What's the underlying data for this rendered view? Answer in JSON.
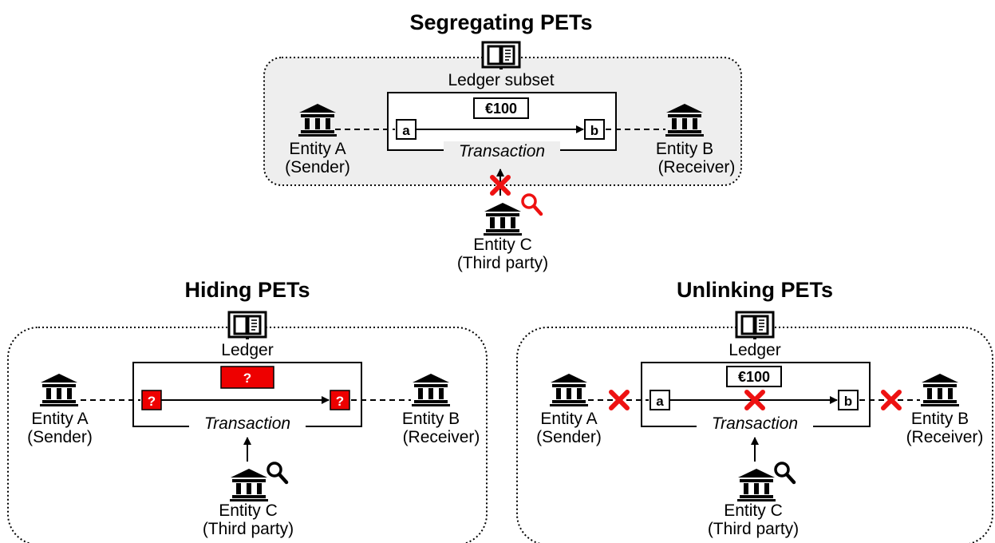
{
  "panels": {
    "segregating": {
      "title": "Segregating PETs",
      "ledger_label": "Ledger subset",
      "amount": "€100",
      "node_a": "a",
      "node_b": "b",
      "transaction_label": "Transaction",
      "entity_a_name": "Entity A",
      "entity_a_role": "(Sender)",
      "entity_b_name": "Entity B",
      "entity_b_role": "(Receiver)",
      "entity_c_name": "Entity C",
      "entity_c_role": "(Third party)"
    },
    "hiding": {
      "title": "Hiding PETs",
      "ledger_label": "Ledger",
      "amount": "?",
      "node_a": "?",
      "node_b": "?",
      "transaction_label": "Transaction",
      "entity_a_name": "Entity A",
      "entity_a_role": "(Sender)",
      "entity_b_name": "Entity B",
      "entity_b_role": "(Receiver)",
      "entity_c_name": "Entity C",
      "entity_c_role": "(Third party)"
    },
    "unlinking": {
      "title": "Unlinking PETs",
      "ledger_label": "Ledger",
      "amount": "€100",
      "node_a": "a",
      "node_b": "b",
      "transaction_label": "Transaction",
      "entity_a_name": "Entity A",
      "entity_a_role": "(Sender)",
      "entity_b_name": "Entity B",
      "entity_b_role": "(Receiver)",
      "entity_c_name": "Entity C",
      "entity_c_role": "(Third party)"
    }
  },
  "colors": {
    "panel_fill_segregating": "#eeeeee",
    "panel_fill_other": "#ffffff",
    "hidden_fill": "#ee0000",
    "block_red": "#ee1111",
    "magnifier_red": "#ee1111",
    "magnifier_black": "#000000"
  },
  "icons": [
    "book-icon",
    "bank-icon",
    "magnifier-icon",
    "cross-icon",
    "arrow-icon"
  ]
}
